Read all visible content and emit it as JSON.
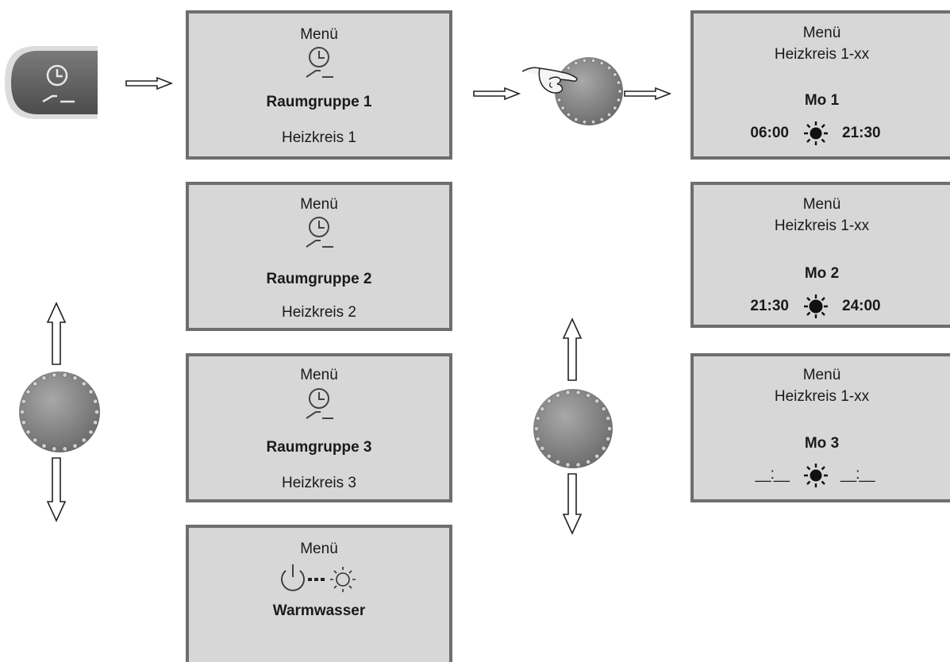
{
  "left_column": {
    "screens": [
      {
        "menu": "Menü",
        "icon": "clock-timer-icon",
        "title": "Raumgruppe 1",
        "subtitle": "Heizkreis 1"
      },
      {
        "menu": "Menü",
        "icon": "clock-timer-icon",
        "title": "Raumgruppe 2",
        "subtitle": "Heizkreis 2"
      },
      {
        "menu": "Menü",
        "icon": "clock-timer-icon",
        "title": "Raumgruppe 3",
        "subtitle": "Heizkreis 3"
      },
      {
        "menu": "Menü",
        "icon": "power-dots-sun-icon",
        "title": "Warmwasser"
      }
    ]
  },
  "right_column": {
    "screens": [
      {
        "menu": "Menü",
        "circuit": "Heizkreis 1-xx",
        "day": "Mo 1",
        "start": "06:00",
        "end": "21:30",
        "icon": "sun-icon"
      },
      {
        "menu": "Menü",
        "circuit": "Heizkreis 1-xx",
        "day": "Mo 2",
        "start": "21:30",
        "end": "24:00",
        "icon": "half-sun-icon"
      },
      {
        "menu": "Menü",
        "circuit": "Heizkreis 1-xx",
        "day": "Mo 3",
        "start": "__:__",
        "end": "__:__",
        "icon": "half-sun-icon"
      }
    ]
  },
  "controls": {
    "timer_button_icon": "clock-timer-icon",
    "knob_icon": "rotary-knob-icon",
    "press_hand_icon": "pointing-hand-icon"
  },
  "colors": {
    "screen_bg": "#d7d7d7",
    "screen_border": "#6e6e6e",
    "knob": "#8a8a8a",
    "button": "#5e5e5e"
  }
}
